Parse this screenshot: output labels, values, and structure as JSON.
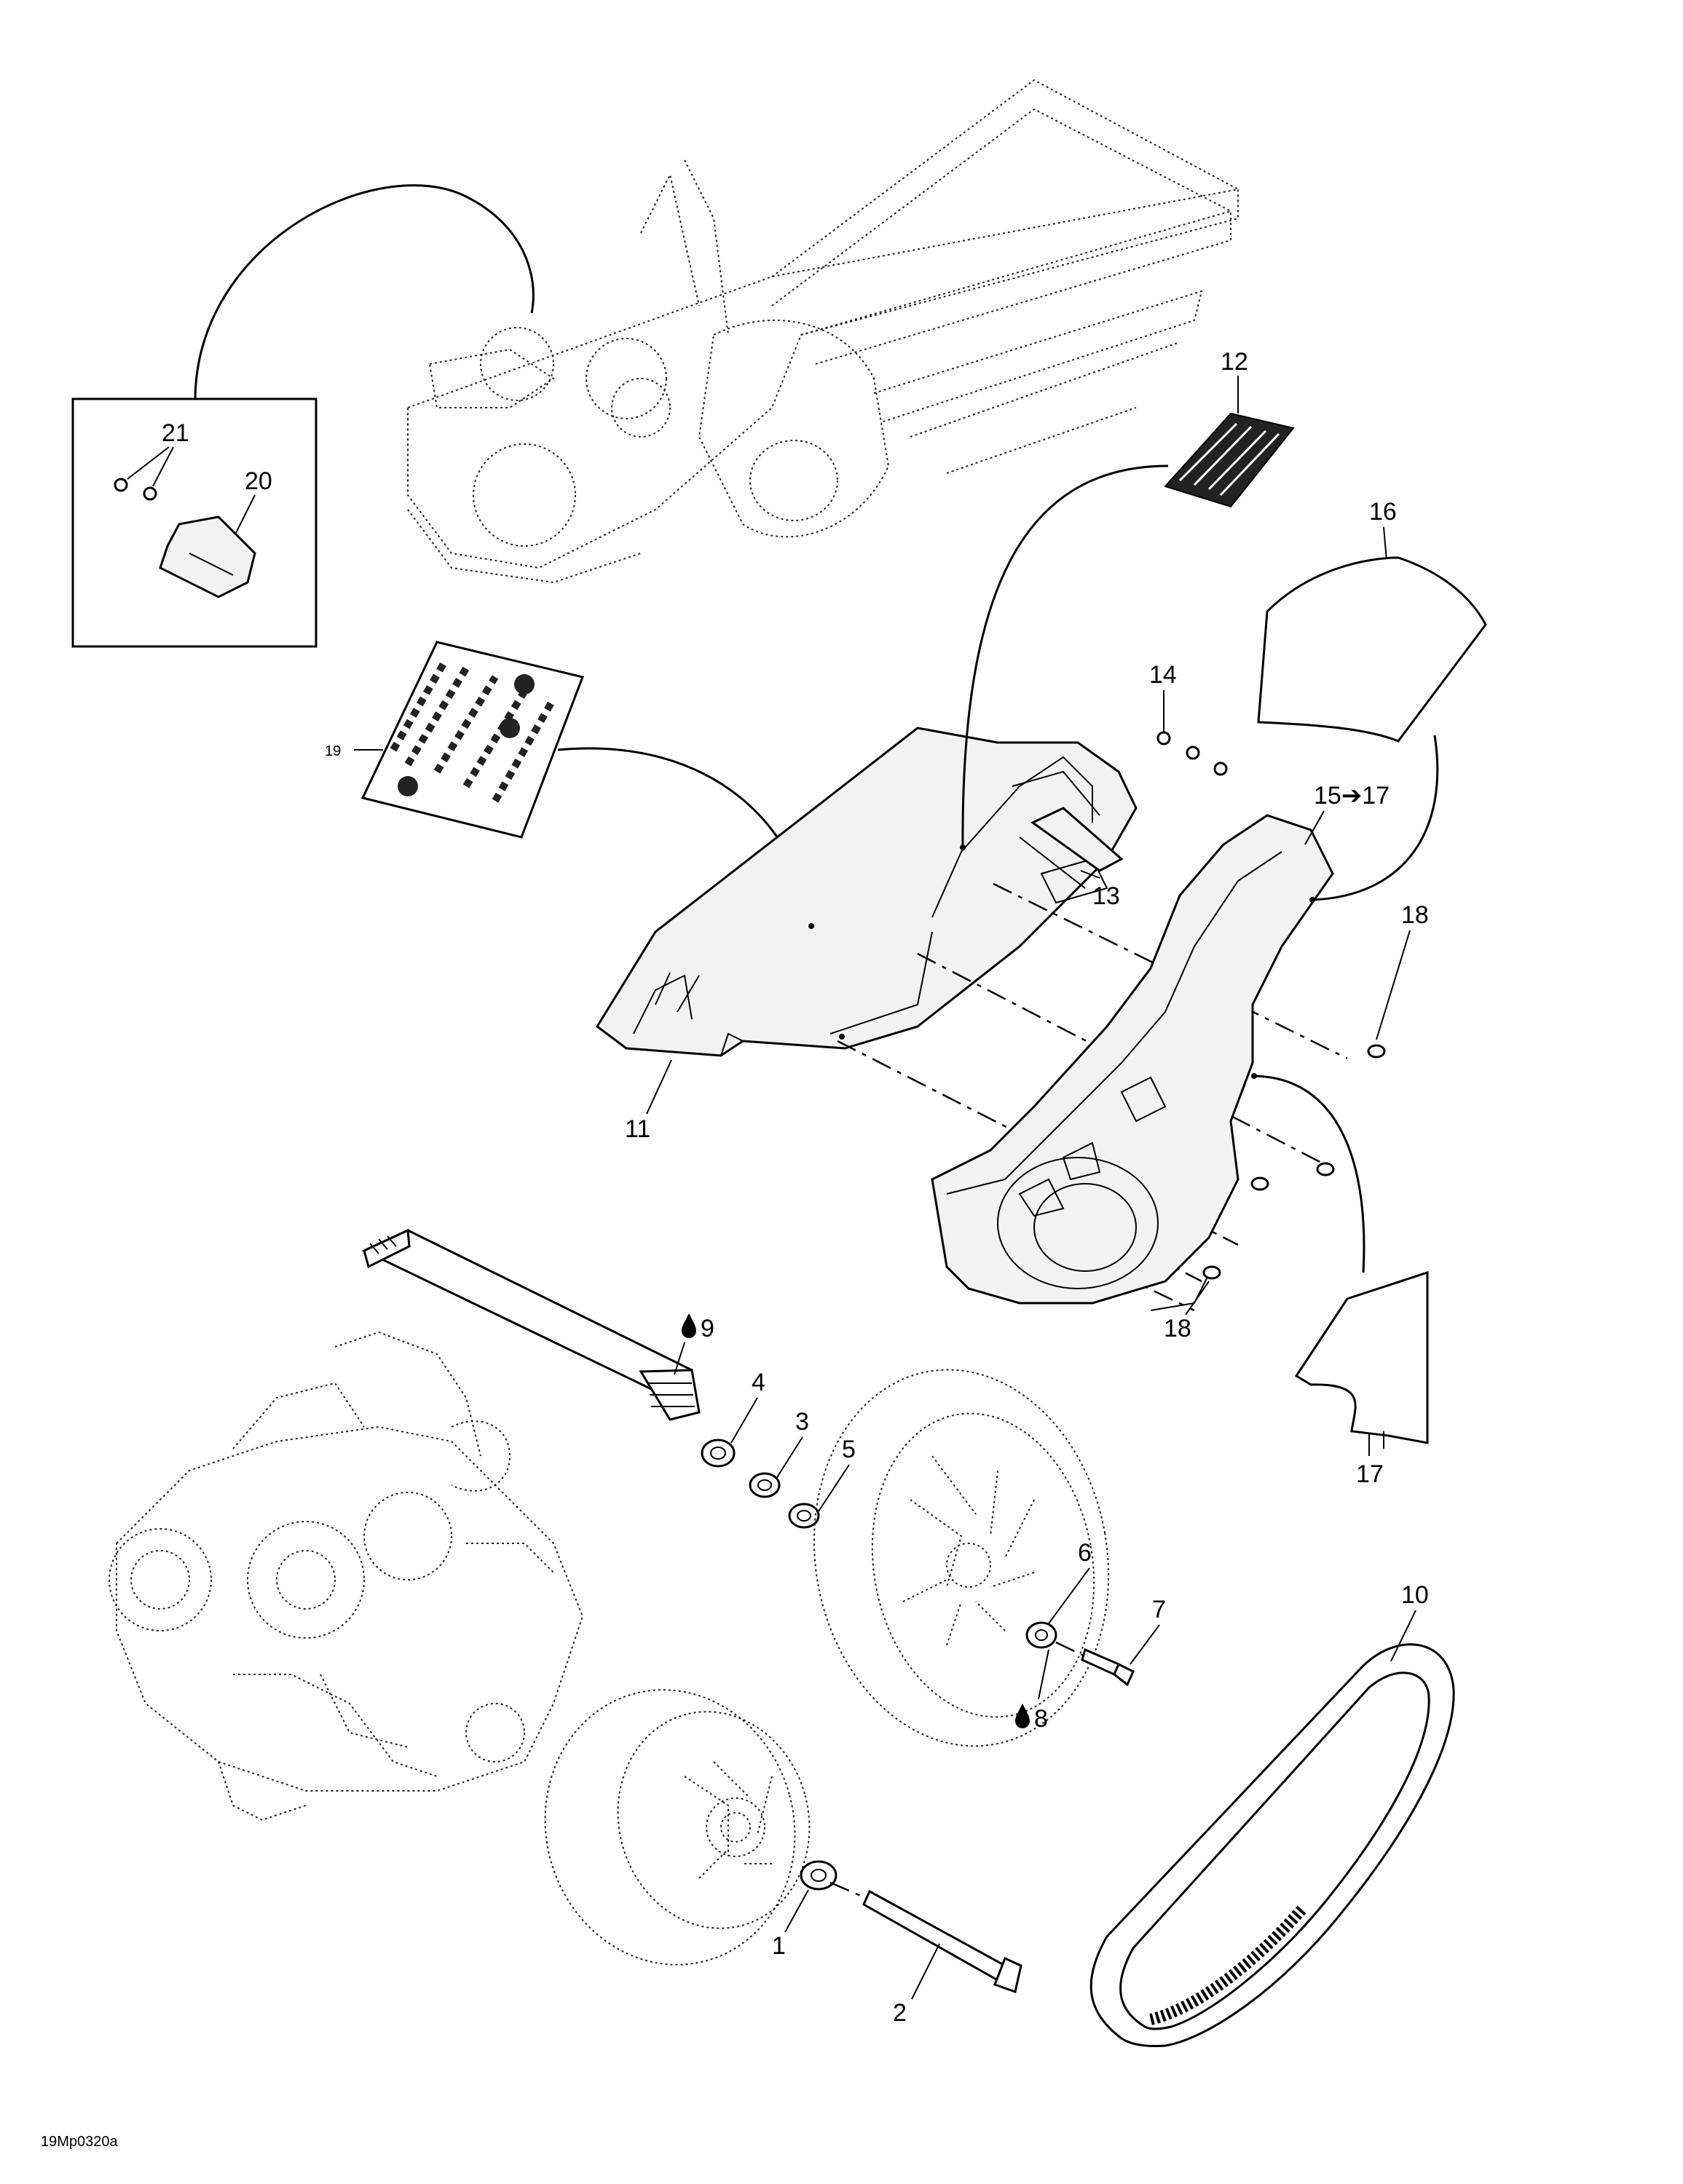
{
  "figure_code": "19Mp0320a",
  "callouts": {
    "c1": "1",
    "c2": "2",
    "c3": "3",
    "c4": "4",
    "c5": "5",
    "c6": "6",
    "c7": "7",
    "c8": "8",
    "c9": "9",
    "c10": "10",
    "c11": "11",
    "c12": "12",
    "c13": "13",
    "c14": "14",
    "c15": "15➔17",
    "c16": "16",
    "c17": "17",
    "c18a": "18",
    "c18b": "18",
    "c19": "19",
    "c20": "20",
    "c21": "21"
  },
  "icons": {
    "lubricant_drop": "drop-icon"
  }
}
